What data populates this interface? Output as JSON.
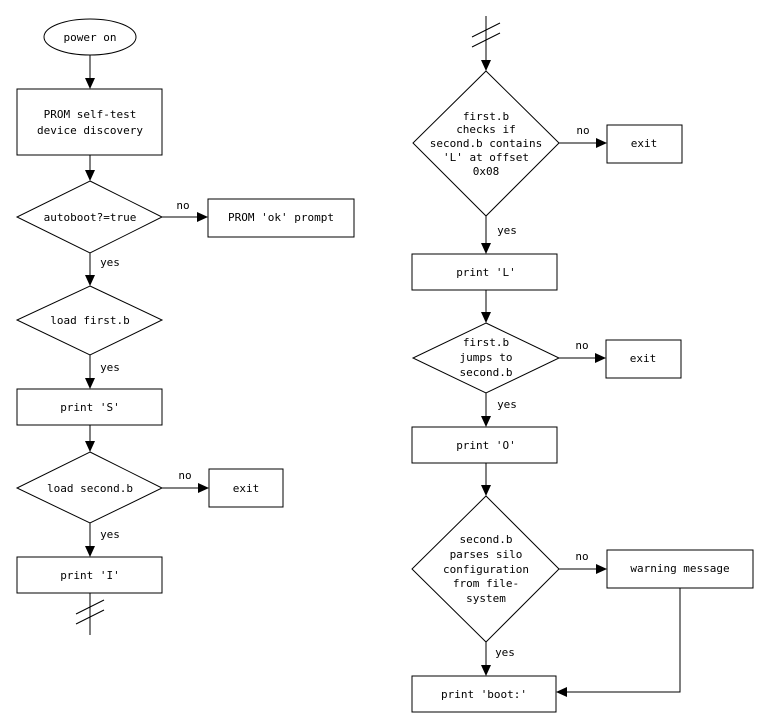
{
  "nodes": {
    "power_on": "power on",
    "prom_selftest": [
      "PROM self-test",
      "device discovery"
    ],
    "autoboot": "autoboot?=true",
    "prom_ok": "PROM 'ok' prompt",
    "load_first": "load first.b",
    "print_s": "print 'S'",
    "load_second": "load second.b",
    "exit_1": "exit",
    "print_i": "print 'I'",
    "firstb_checks": [
      "first.b",
      "checks if",
      "second.b contains",
      "'L' at offset",
      "0x08"
    ],
    "exit_2": "exit",
    "print_l": "print 'L'",
    "firstb_jumps": [
      "first.b",
      "jumps to",
      "second.b"
    ],
    "exit_3": "exit",
    "print_o": "print 'O'",
    "secondb_parses": [
      "second.b",
      "parses silo",
      "configuration",
      "from file-",
      "system"
    ],
    "warning": "warning message",
    "print_boot": "print 'boot:'"
  },
  "edges": {
    "autoboot_no": "no",
    "autoboot_yes": "yes",
    "load_first_yes": "yes",
    "load_second_no": "no",
    "load_second_yes": "yes",
    "checks_no": "no",
    "checks_yes": "yes",
    "jumps_no": "no",
    "jumps_yes": "yes",
    "parses_no": "no",
    "parses_yes": "yes"
  }
}
